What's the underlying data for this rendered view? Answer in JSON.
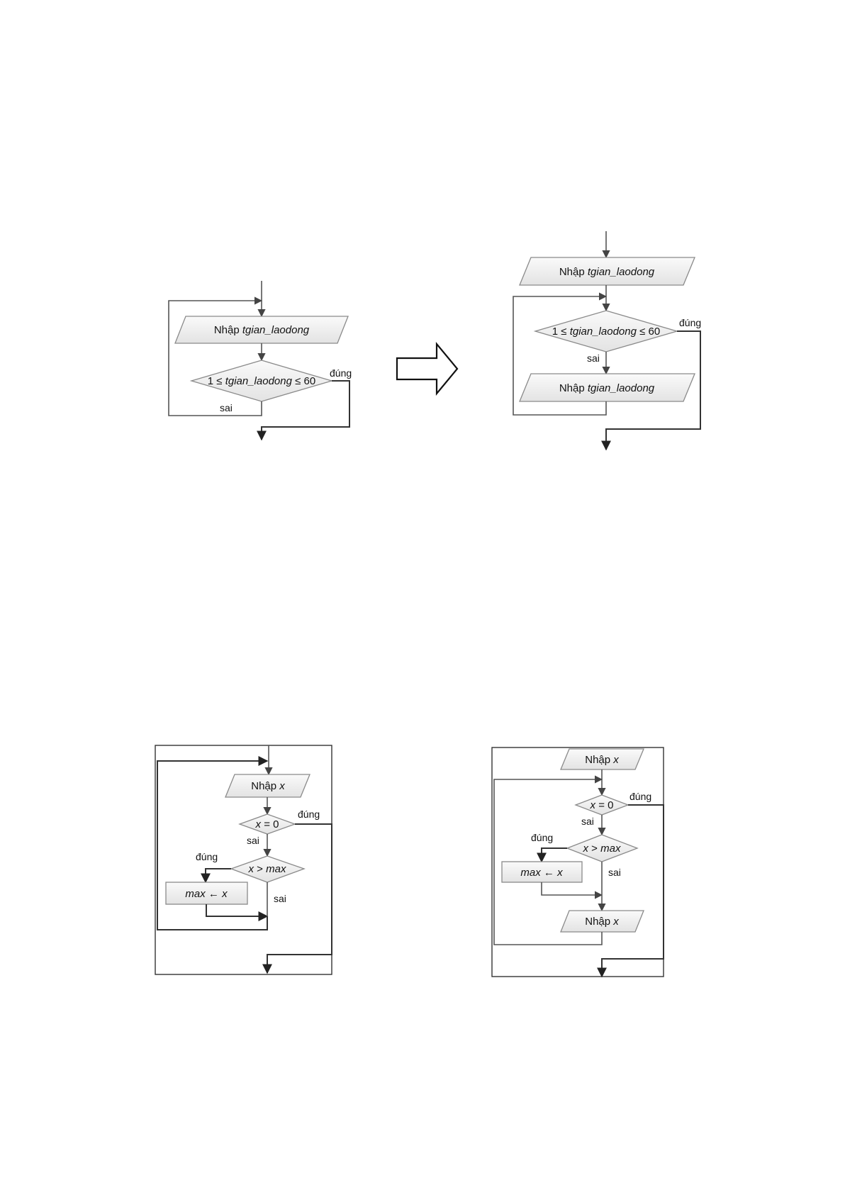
{
  "diagram1_before": {
    "input_prefix": "Nhập ",
    "input_var": "tgian_laodong",
    "cond_left": "1 ≤ ",
    "cond_var": "tgian_laodong",
    "cond_right": " ≤ 60",
    "true_label": "đúng",
    "false_label": "sai"
  },
  "diagram1_after": {
    "input_prefix": "Nhập ",
    "input_var": "tgian_laodong",
    "cond_left": "1 ≤ ",
    "cond_var": "tgian_laodong",
    "cond_right": " ≤ 60",
    "true_label": "đúng",
    "false_label": "sai",
    "input2_prefix": "Nhập ",
    "input2_var": "tgian_laodong"
  },
  "diagram2_before": {
    "input_prefix": "Nhập ",
    "input_var": "x",
    "cond1_var": "x",
    "cond1_rest": " = 0",
    "cond1_true": "đúng",
    "cond1_false": "sai",
    "cond2_var1": "x",
    "cond2_op": " > ",
    "cond2_var2": "max",
    "cond2_true": "đúng",
    "cond2_false": "sai",
    "assign_lhs": "max",
    "assign_op": " ← ",
    "assign_rhs": "x"
  },
  "diagram2_after": {
    "input_prefix": "Nhập ",
    "input_var": "x",
    "cond1_var": "x",
    "cond1_rest": " = 0",
    "cond1_true": "đúng",
    "cond1_false": "sai",
    "cond2_var1": "x",
    "cond2_op": " > ",
    "cond2_var2": "max",
    "cond2_true": "đúng",
    "cond2_false": "sai",
    "assign_lhs": "max",
    "assign_op": " ← ",
    "assign_rhs": "x",
    "input2_prefix": "Nhập ",
    "input2_var": "x"
  }
}
